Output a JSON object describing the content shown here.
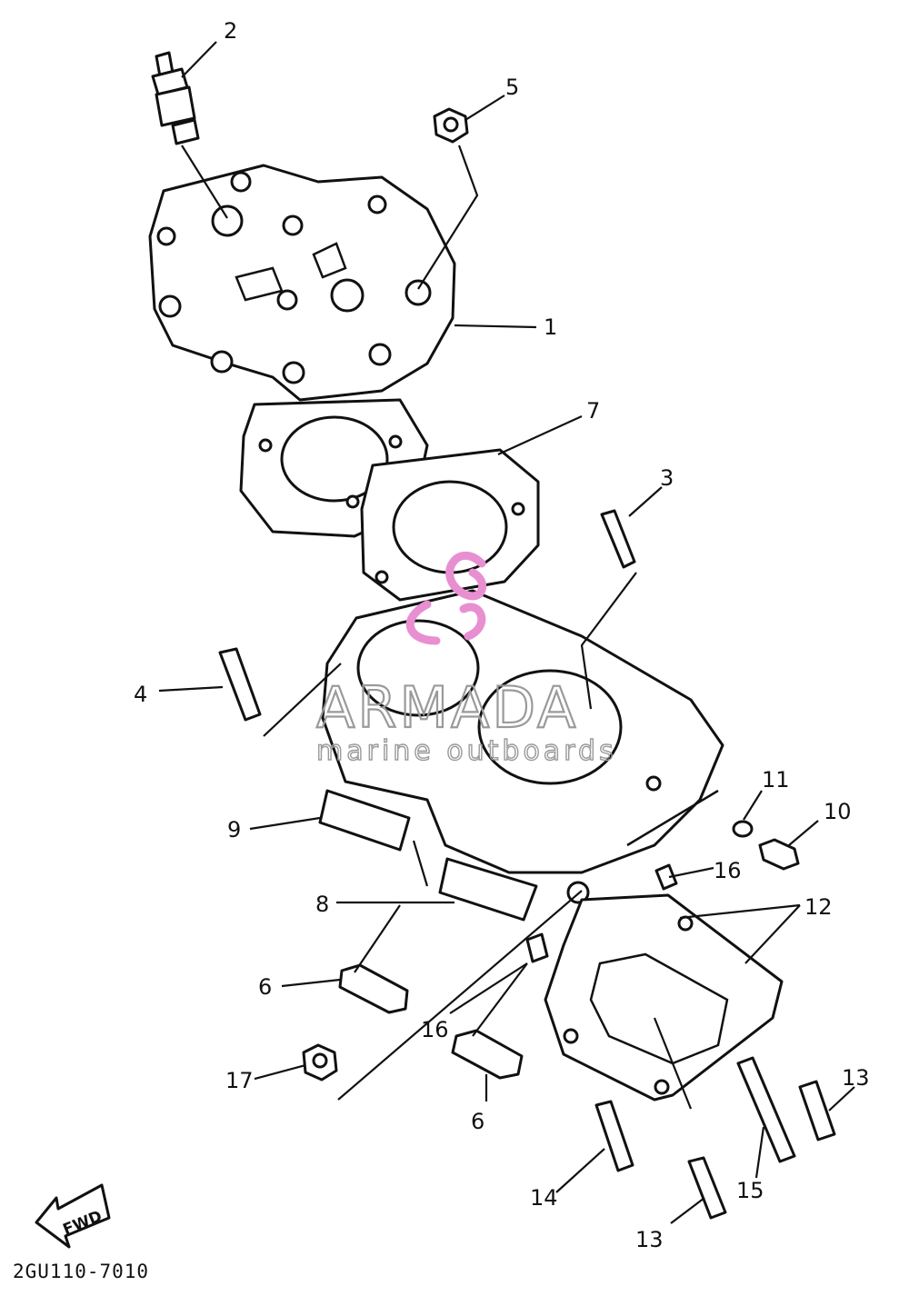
{
  "diagram": {
    "callouts": [
      {
        "id": "c2",
        "label": "2"
      },
      {
        "id": "c5",
        "label": "5"
      },
      {
        "id": "c1",
        "label": "1"
      },
      {
        "id": "c7",
        "label": "7"
      },
      {
        "id": "c3",
        "label": "3"
      },
      {
        "id": "c4",
        "label": "4"
      },
      {
        "id": "c11",
        "label": "11"
      },
      {
        "id": "c10",
        "label": "10"
      },
      {
        "id": "c9",
        "label": "9"
      },
      {
        "id": "c16a",
        "label": "16"
      },
      {
        "id": "c8",
        "label": "8"
      },
      {
        "id": "c12",
        "label": "12"
      },
      {
        "id": "c6a",
        "label": "6"
      },
      {
        "id": "c16b",
        "label": "16"
      },
      {
        "id": "c17",
        "label": "17"
      },
      {
        "id": "c6b",
        "label": "6"
      },
      {
        "id": "c13a",
        "label": "13"
      },
      {
        "id": "c14",
        "label": "14"
      },
      {
        "id": "c15",
        "label": "15"
      },
      {
        "id": "c13b",
        "label": "13"
      }
    ],
    "fwd_label": "FWD",
    "catalog_code": "2GU110-7010"
  },
  "watermark": {
    "brand": "ARMADA",
    "tagline": "marine outboards",
    "logo_color": "#e88fd2",
    "text_color": "#9a9a9a"
  }
}
